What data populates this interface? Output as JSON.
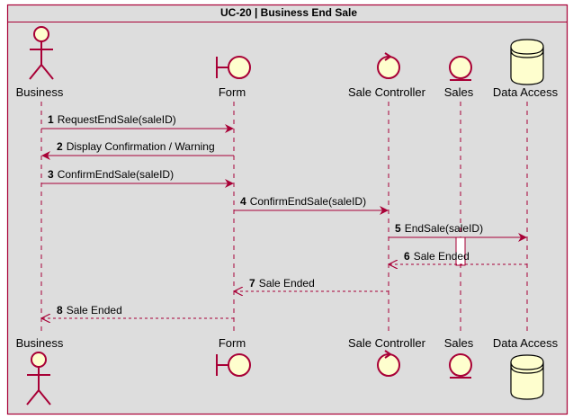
{
  "frame": {
    "title": "UC-20 | Business End Sale"
  },
  "colors": {
    "frame_border": "#A80036",
    "background": "#DDDDDD",
    "participant_fill": "#FEFECE",
    "participant_stroke": "#A80036",
    "message": "#A80036",
    "lifeline": "#A80036"
  },
  "participants": [
    {
      "id": "business",
      "label": "Business",
      "icon": "actor-icon"
    },
    {
      "id": "form",
      "label": "Form",
      "icon": "boundary-icon"
    },
    {
      "id": "controller",
      "label": "Sale Controller",
      "icon": "control-icon"
    },
    {
      "id": "sales",
      "label": "Sales",
      "icon": "entity-icon"
    },
    {
      "id": "data",
      "label": "Data Access",
      "icon": "database-icon"
    }
  ],
  "messages": [
    {
      "num": "1",
      "text": "RequestEndSale(saleID)",
      "from": "business",
      "to": "form",
      "dashed": false
    },
    {
      "num": "2",
      "text": "Display Confirmation / Warning",
      "from": "form",
      "to": "business",
      "dashed": false
    },
    {
      "num": "3",
      "text": "ConfirmEndSale(saleID)",
      "from": "business",
      "to": "form",
      "dashed": false
    },
    {
      "num": "4",
      "text": "ConfirmEndSale(saleID)",
      "from": "form",
      "to": "controller",
      "dashed": false
    },
    {
      "num": "5",
      "text": "EndSale(saleID)",
      "from": "controller",
      "to": "data",
      "dashed": false
    },
    {
      "num": "6",
      "text": "Sale Ended",
      "from": "data",
      "to": "controller",
      "dashed": true
    },
    {
      "num": "7",
      "text": "Sale Ended",
      "from": "controller",
      "to": "form",
      "dashed": true
    },
    {
      "num": "8",
      "text": "Sale Ended",
      "from": "form",
      "to": "business",
      "dashed": true
    }
  ]
}
